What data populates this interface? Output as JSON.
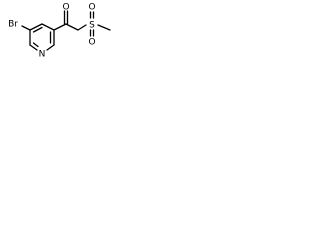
{
  "molecule": {
    "atoms": {
      "bromine": "Br",
      "nitrogen": "N",
      "oxygen_carbonyl": "O",
      "sulfur": "S",
      "oxygen_sulfonyl_top": "O",
      "oxygen_sulfonyl_bottom": "O"
    }
  }
}
